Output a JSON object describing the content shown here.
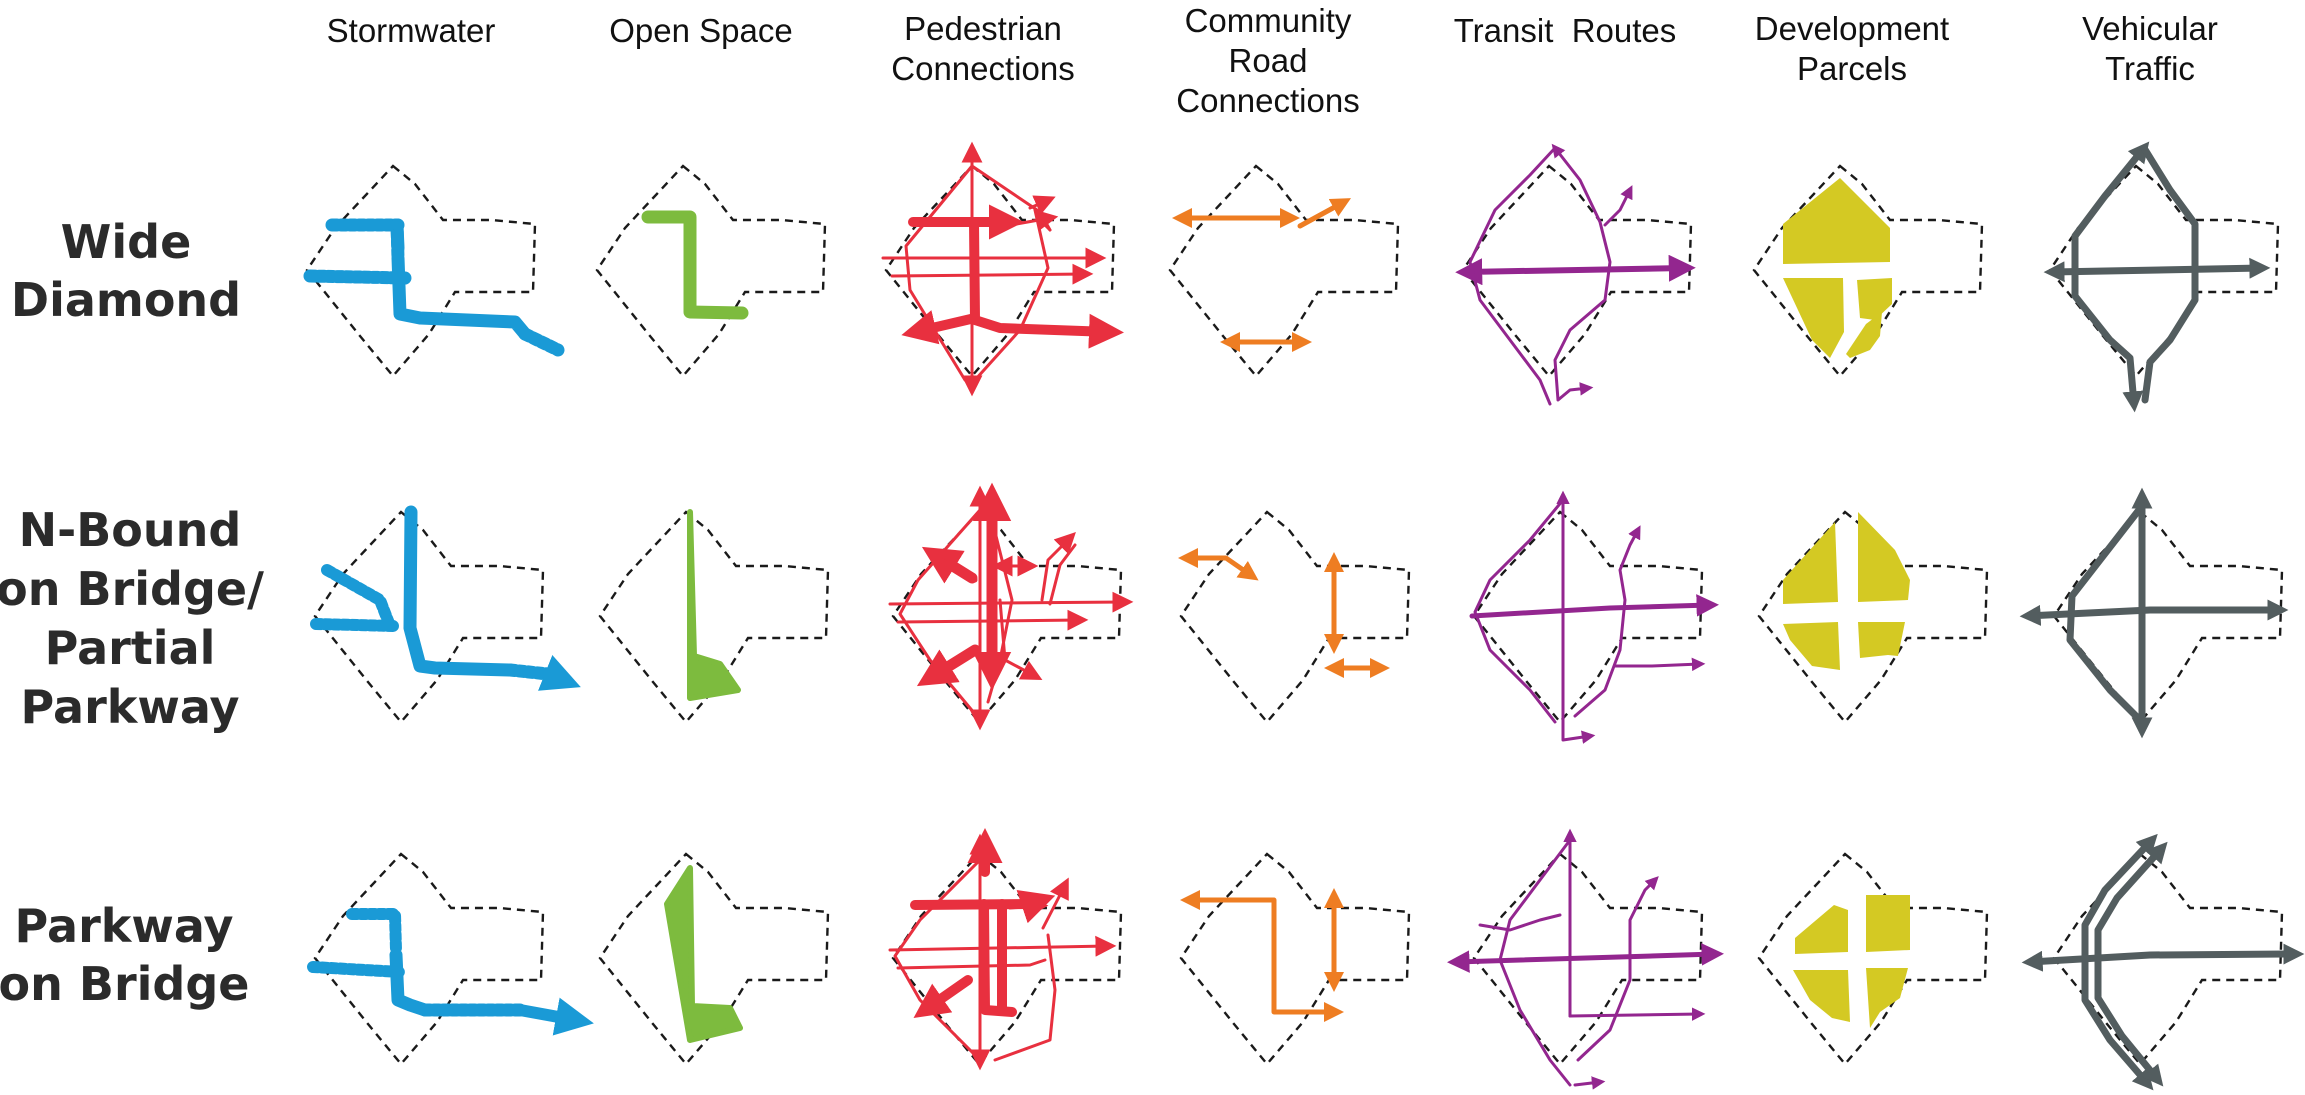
{
  "columns": [
    {
      "id": "stormwater",
      "lines": [
        "Stormwater"
      ]
    },
    {
      "id": "open_space",
      "lines": [
        "Open Space"
      ]
    },
    {
      "id": "pedestrian",
      "lines": [
        "Pedestrian",
        "Connections"
      ]
    },
    {
      "id": "community_road",
      "lines": [
        "Community",
        "Road",
        "Connections"
      ]
    },
    {
      "id": "transit",
      "lines": [
        "Transit  Routes"
      ]
    },
    {
      "id": "development",
      "lines": [
        "Development",
        "Parcels"
      ]
    },
    {
      "id": "vehicular",
      "lines": [
        "Vehicular",
        "Traffic"
      ]
    }
  ],
  "rows": [
    {
      "id": "wide_diamond",
      "lines": [
        "Wide",
        "Diamond"
      ]
    },
    {
      "id": "n_bound_partial_parkway",
      "lines": [
        "N-Bound",
        "on Bridge/",
        "Partial",
        "Parkway"
      ]
    },
    {
      "id": "parkway_on_bridge",
      "lines": [
        "Parkway",
        "on Bridge"
      ]
    }
  ],
  "colors": {
    "stormwater": "#1a9ad6",
    "open_space": "#7dbb3e",
    "pedestrian": "#e8303f",
    "community_road": "#ee7d22",
    "transit": "#93268f",
    "development": "#d4c923",
    "vehicular": "#535d5f",
    "outline": "#1a1a1a",
    "row_text": "#2b2b2b",
    "col_text": "#111111"
  }
}
